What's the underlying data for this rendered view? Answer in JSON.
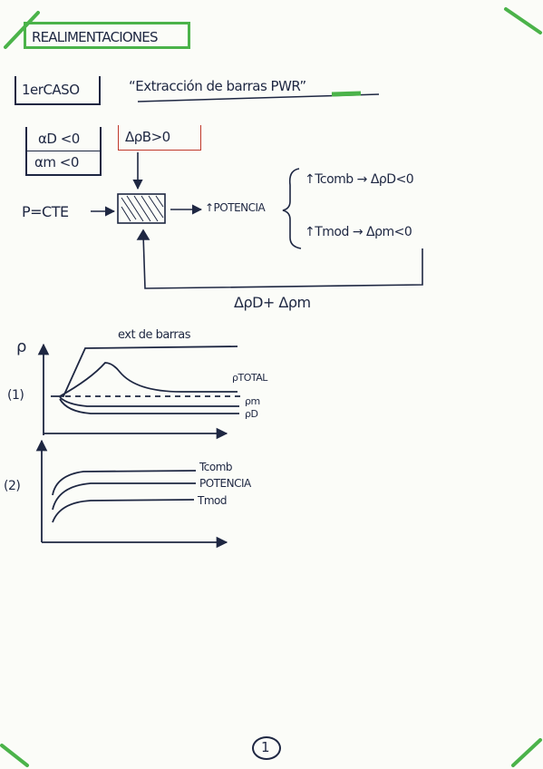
{
  "title": "REALIMENTACIONES",
  "case_label": "1erCASO",
  "case_title": "“Extracción de barras PWR”",
  "coef_doppler": "αD <0",
  "coef_mod": "αm <0",
  "delta_rho_b": "ΔρB>0",
  "p_cte": "P=CTE",
  "potencia_arrow": "↑POTENCIA",
  "tcomb_line": "↑Tcomb → ΔρD<0",
  "tmod_line": "↑Tmod → Δρm<0",
  "feedback_sum": "ΔρD+ Δρm",
  "graph1": {
    "y_label": "ρ",
    "series_label": "(1)",
    "annotation": "ext de barras",
    "curves": [
      "ρTOTAL",
      "ρm",
      "ρD"
    ]
  },
  "graph2": {
    "series_label": "(2)",
    "curves": [
      "Tcomb",
      "POTENCIA",
      "Tmod"
    ]
  },
  "page_number": "1",
  "colors": {
    "accent_green": "#4bb34a",
    "ink": "#1e2742",
    "red_box": "#c0392b"
  }
}
